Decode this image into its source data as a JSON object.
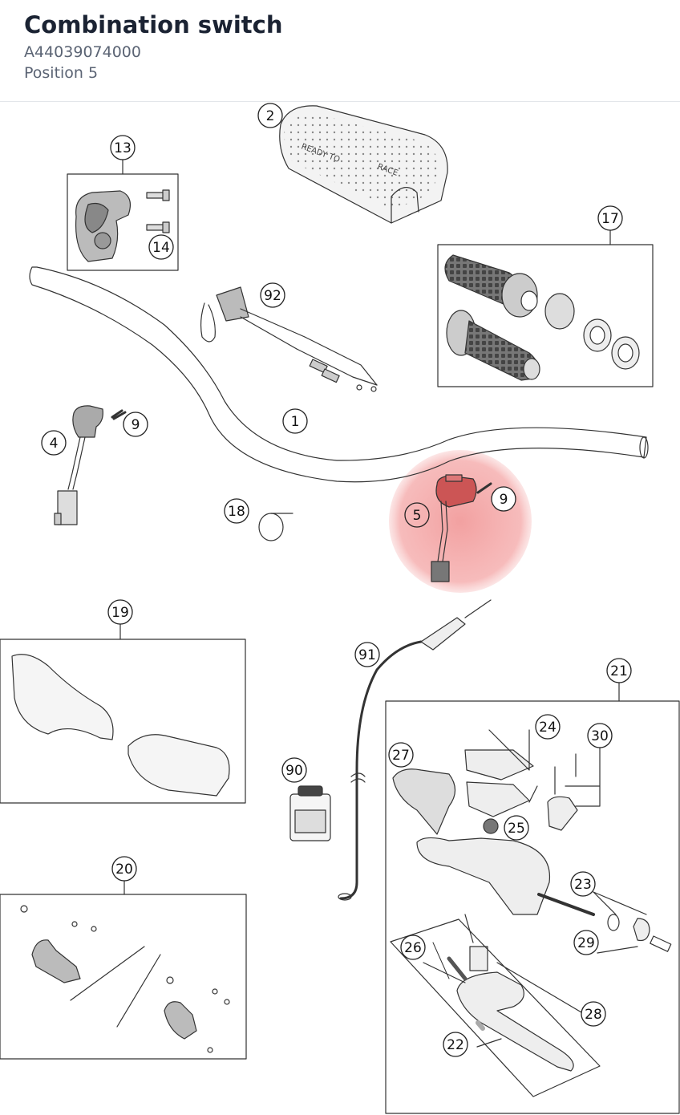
{
  "header": {
    "title": "Combination switch",
    "part_number": "A44039074000",
    "position": "Position 5"
  },
  "highlight": {
    "label": "5",
    "color": "#f4a3a3"
  },
  "callouts": [
    "1",
    "2",
    "4",
    "5",
    "9",
    "9",
    "13",
    "14",
    "17",
    "18",
    "19",
    "20",
    "21",
    "22",
    "23",
    "24",
    "25",
    "26",
    "27",
    "28",
    "29",
    "30",
    "90",
    "91",
    "92"
  ],
  "colors": {
    "line": "#333333",
    "accent": "#e9b8b8",
    "text": "#111111"
  }
}
